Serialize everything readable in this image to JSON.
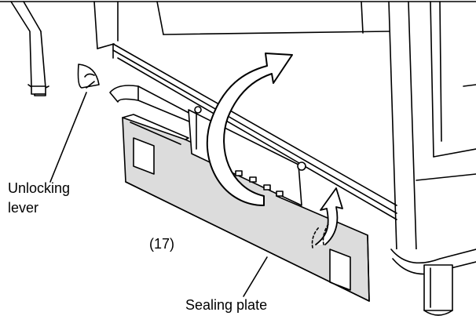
{
  "diagram": {
    "labels": {
      "unlocking_lever_line1": "Unlocking",
      "unlocking_lever_line2": "lever",
      "reference_number": "(17)",
      "sealing_plate": "Sealing plate"
    },
    "colors": {
      "line": "#000000",
      "fill": "#ffffff",
      "shade": "#dcdcdc"
    }
  }
}
